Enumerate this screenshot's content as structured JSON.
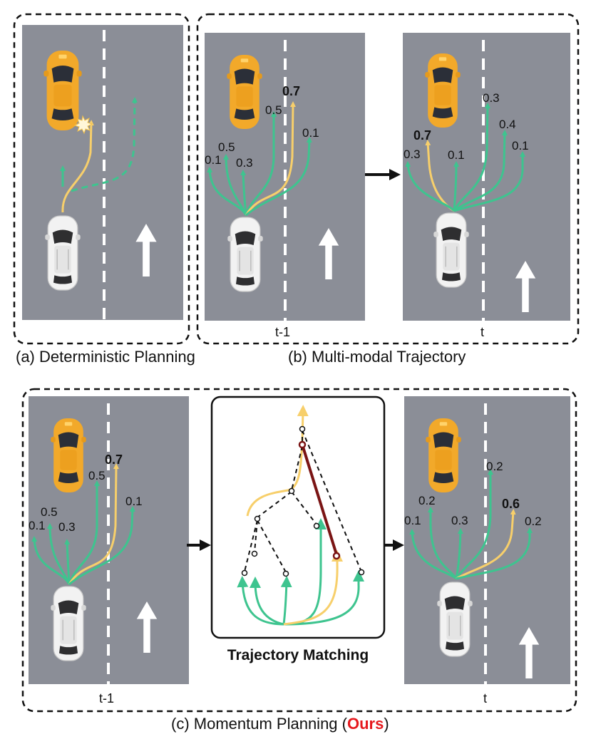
{
  "panels": {
    "a": {
      "caption": "(a) Deterministic Planning"
    },
    "b": {
      "caption": "(b) Multi-modal Trajectory",
      "left": {
        "time": "t-1",
        "probs": [
          "0.7",
          "0.5",
          "0.1",
          "0.5",
          "0.1",
          "0.3"
        ]
      },
      "right": {
        "time": "t",
        "probs": [
          "0.3",
          "0.4",
          "0.7",
          "0.3",
          "0.1",
          "0.1"
        ]
      }
    },
    "c": {
      "caption_prefix": "(c) Momentum Planning (",
      "caption_ours": "Ours",
      "caption_suffix": ")",
      "matching_title": "Trajectory Matching",
      "left": {
        "time": "t-1",
        "probs": [
          "0.7",
          "0.5",
          "0.1",
          "0.5",
          "0.1",
          "0.3"
        ]
      },
      "right": {
        "time": "t",
        "probs": [
          "0.2",
          "0.2",
          "0.6",
          "0.1",
          "0.3",
          "0.2"
        ]
      }
    }
  },
  "colors": {
    "road": "#8b8e97",
    "lane_marking": "#ffffff",
    "taxi": "#f2a92a",
    "green_trajectory": "#3ec48f",
    "selected_trajectory": "#f7cf6b",
    "matching_link": "#7a1414",
    "ours_highlight": "#e6191e"
  }
}
